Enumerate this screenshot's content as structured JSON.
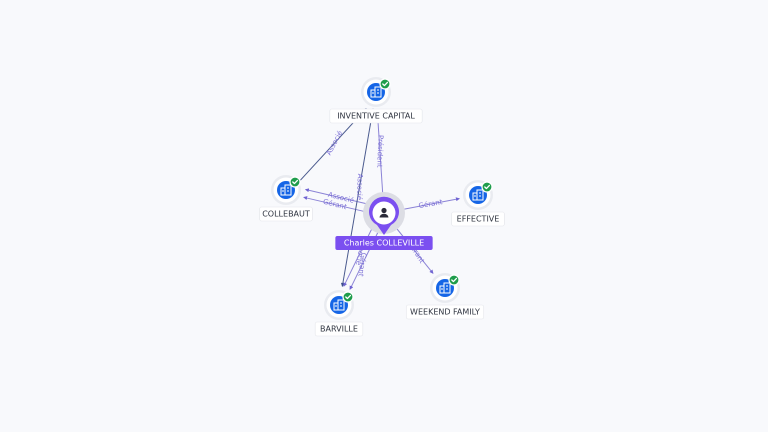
{
  "colors": {
    "background": "#f8f9fc",
    "company": "#1565e6",
    "verified": "#1f9d4c",
    "person": "#7b4ff0",
    "edge_label": "#7b6fd6"
  },
  "person": {
    "id": "person",
    "label": "Charles COLLEVILLE",
    "icon": "person-icon"
  },
  "companies": [
    {
      "id": "inventive-capital",
      "label": "INVENTIVE CAPITAL",
      "icon": "building-icon",
      "status_icon": "check-icon"
    },
    {
      "id": "collebaut",
      "label": "COLLEBAUT",
      "icon": "building-icon",
      "status_icon": "check-icon"
    },
    {
      "id": "effective",
      "label": "EFFECTIVE",
      "icon": "building-icon",
      "status_icon": "check-icon"
    },
    {
      "id": "barville",
      "label": "BARVILLE",
      "icon": "building-icon",
      "status_icon": "check-icon"
    },
    {
      "id": "weekend-family",
      "label": "WEEKEND FAMILY",
      "icon": "building-icon",
      "status_icon": "check-icon"
    }
  ],
  "edges": [
    {
      "id": "e1",
      "from": "person",
      "to": "inventive-capital",
      "label": "Président"
    },
    {
      "id": "e2",
      "from": "person",
      "to": "collebaut",
      "label": "Gérant"
    },
    {
      "id": "e3",
      "from": "person",
      "to": "collebaut",
      "label": "Associé"
    },
    {
      "id": "e4",
      "from": "collebaut",
      "to": "inventive-capital",
      "label": "Associé"
    },
    {
      "id": "e5",
      "from": "person",
      "to": "effective",
      "label": "Gérant"
    },
    {
      "id": "e6",
      "from": "inventive-capital",
      "to": "barville",
      "label": "Associé"
    },
    {
      "id": "e7",
      "from": "person",
      "to": "barville",
      "label": "Gérant"
    },
    {
      "id": "e8",
      "from": "person",
      "to": "barville",
      "label": "Associé"
    },
    {
      "id": "e9",
      "from": "person",
      "to": "weekend-family",
      "label": "Gérant"
    }
  ]
}
